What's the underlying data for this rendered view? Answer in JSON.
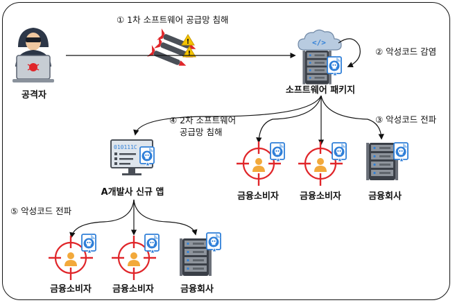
{
  "nodes": {
    "attacker": "공격자",
    "software_package": "소프트웨어 패키지",
    "new_app": "A개발사 신규 앱",
    "consumer_1": "금융소비자",
    "consumer_2": "금융소비자",
    "company_1": "금융회사",
    "consumer_3": "금융소비자",
    "consumer_4": "금융소비자",
    "company_2": "금융회사"
  },
  "steps": {
    "step1": "① 1차 소프트웨어 공급망 침해",
    "step2": "② 악성코드 감염",
    "step3": "③ 악성코드 전파",
    "step4_line1": "④ 2차 소프트웨어",
    "step4_line2": "공급망 침해",
    "step5": "⑤ 악성코드 전파"
  },
  "icons": {
    "attacker": "hacker-laptop-icon",
    "missiles": "missile-warning-icon",
    "cloud": "cloud-code-icon",
    "server": "server-rack-icon",
    "monitor": "code-monitor-icon",
    "target": "target-person-icon",
    "malware": "malware-skull-icon"
  },
  "colors": {
    "accent_blue": "#2f7fd8",
    "target_red": "#e0262a",
    "person_orange": "#f2a93b",
    "dark": "#3a3f47"
  }
}
